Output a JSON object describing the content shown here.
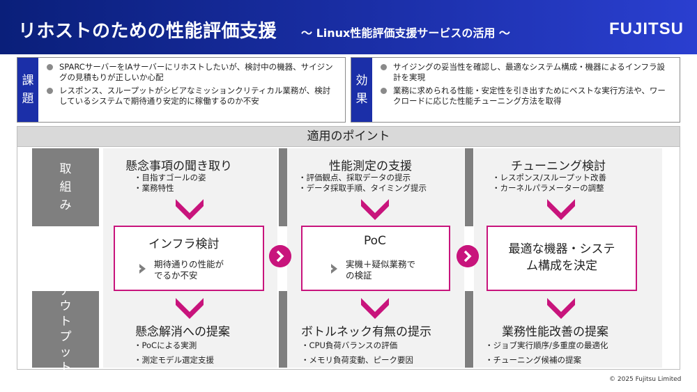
{
  "header": {
    "title": "リホストのための性能評価支援",
    "subtitle": "～ Linux性能評価支援サービスの活用 ～",
    "logo": "FUJITSU"
  },
  "issues": {
    "tag": [
      "課",
      "題"
    ],
    "items": [
      "SPARCサーバーをIAサーバーにリホストしたいが、検討中の機器、サイジングの見積もりが正しいか心配",
      "レスポンス、スループットがシビアなミッションクリティカル業務が、検討しているシステムで期待通り安定的に稼働するのか不安"
    ]
  },
  "effects": {
    "tag": [
      "効",
      "果"
    ],
    "items": [
      "サイジングの妥当性を確認し、最適なシステム構成・機器によるインフラ設計を実現",
      "業務に求められる性能・安定性を引き出すためにベストな実行方法や、ワークロードに応じた性能チューニング方法を取得"
    ]
  },
  "points": {
    "header": "適用のポイント",
    "side_torikumi": [
      "取",
      "組",
      "み"
    ],
    "side_output": [
      "ア",
      "ウ",
      "ト",
      "プ",
      "ッ",
      "ト"
    ],
    "columns": [
      {
        "title": "懸念事項の聞き取り",
        "items": [
          "・目指すゴールの姿",
          "・業務特性"
        ],
        "mid_title": "インフラ検討",
        "mid_sub": [
          "期待通りの性能が",
          "でるか不安"
        ],
        "out_title": "懸念解消への提案",
        "out_items": [
          "・PoCによる実測",
          "・測定モデル選定支援"
        ]
      },
      {
        "title": "性能測定の支援",
        "items": [
          "・評価観点、採取データの提示",
          "・データ採取手順、タイミング提示"
        ],
        "mid_title": "PoC",
        "mid_sub": [
          "実機＋疑似業務で",
          "の検証"
        ],
        "out_title": "ボトルネック有無の提示",
        "out_items": [
          "・CPU負荷バランスの評価",
          "・メモリ負荷変動、ピーク要因"
        ]
      },
      {
        "title": "チューニング検討",
        "items": [
          "・レスポンス/スループット改善",
          "・カーネルパラメーターの調整"
        ],
        "mid_big": [
          "最適な機器・システ",
          "ム構成を決定"
        ],
        "out_title": "業務性能改善の提案",
        "out_items": [
          "・ジョブ実行順序/多重度の最適化",
          "・チューニング候補の提案"
        ]
      }
    ]
  },
  "colors": {
    "accent": "#c8147c",
    "header_blue": "#1b2fa8",
    "gray": "#7f7f7f"
  },
  "footer": {
    "copyright": "© 2025 Fujitsu Limited"
  }
}
